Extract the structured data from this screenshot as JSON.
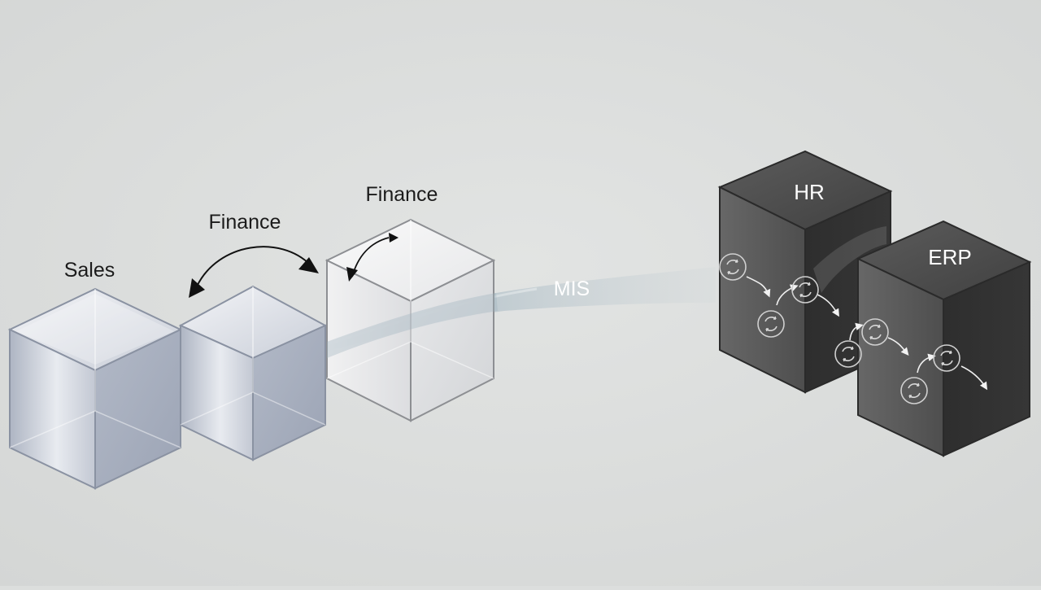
{
  "labels": {
    "sales": "Sales",
    "finance_middle": "Finance",
    "finance_right": "Finance",
    "mis": "MIS",
    "hr": "HR",
    "erp": "ERP"
  },
  "icons": {
    "process_icon": "refresh-cycle-icon",
    "hr_server_icon": "server-block-icon",
    "erp_server_icon": "server-block-icon",
    "cube_icon": "transparent-cube-icon"
  },
  "colors": {
    "background": "#dcdedd",
    "glass_cube": "#b9bfca",
    "clear_cube": "#eceeef",
    "dark_block": "#4b4b4b",
    "mis_stream": "#a9bac3",
    "text": "#1b1b1b",
    "light_text": "#ffffff"
  }
}
